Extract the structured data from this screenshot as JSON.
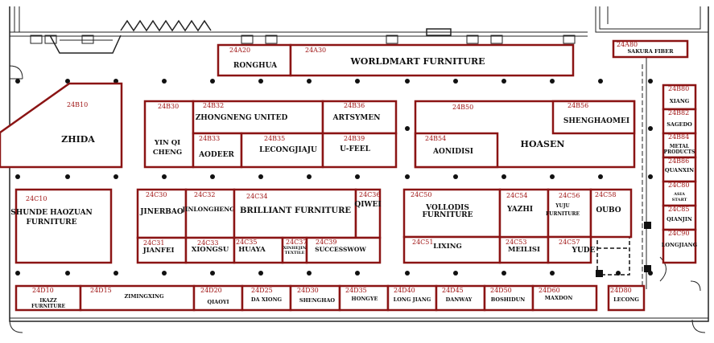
{
  "colors": {
    "booth_border": "#8b1414",
    "code_text": "#a01515",
    "name_text": "#111111",
    "wall": "#222222",
    "pillar": "#111111"
  },
  "booths": [
    {
      "id": "24A20",
      "code": "24A20",
      "name": "RONGHUA"
    },
    {
      "id": "24A30",
      "code": "24A30",
      "name": "WORLDMART FURNITURE"
    },
    {
      "id": "24A80",
      "code": "24A80",
      "name": "SAKURA FIBER"
    },
    {
      "id": "24B10",
      "code": "24B10",
      "name": "ZHIDA"
    },
    {
      "id": "24B30",
      "code": "24B30",
      "name": "YIN QI CHENG"
    },
    {
      "id": "24B32",
      "code": "24B32",
      "name": "ZHONGNENG UNITED"
    },
    {
      "id": "24B33",
      "code": "24B33",
      "name": "AODEER"
    },
    {
      "id": "24B35",
      "code": "24B35",
      "name": "LECONGJIAJU"
    },
    {
      "id": "24B36",
      "code": "24B36",
      "name": "ARTSYMEN"
    },
    {
      "id": "24B39",
      "code": "24B39",
      "name": "U-FEEL"
    },
    {
      "id": "24B50",
      "code": "24B50",
      "name": "HOASEN"
    },
    {
      "id": "24B54",
      "code": "24B54",
      "name": "AONIDISI"
    },
    {
      "id": "24B56",
      "code": "24B56",
      "name": "SHENGHAOMEI"
    },
    {
      "id": "24B80",
      "code": "24B80",
      "name": "XIANG"
    },
    {
      "id": "24B82",
      "code": "24B82",
      "name": "SAGEDO"
    },
    {
      "id": "24B84",
      "code": "24B84",
      "name": "METAL PRODUCTS"
    },
    {
      "id": "24B86",
      "code": "24B86",
      "name": "QUANXIN"
    },
    {
      "id": "24C10",
      "code": "24C10",
      "name": "SHUNDE HAOZUAN FURNITURE"
    },
    {
      "id": "24C30",
      "code": "24C30",
      "name": "JINERBAO"
    },
    {
      "id": "24C31",
      "code": "24C31",
      "name": "JIANFEI"
    },
    {
      "id": "24C32",
      "code": "24C32",
      "name": "JINLONGHENG"
    },
    {
      "id": "24C33",
      "code": "24C33",
      "name": "XIONGSU"
    },
    {
      "id": "24C34",
      "code": "24C34",
      "name": "BRILLIANT FURNITURE"
    },
    {
      "id": "24C35",
      "code": "24C35",
      "name": "HUAYA"
    },
    {
      "id": "24C36",
      "code": "24C36",
      "name": "QIWEI"
    },
    {
      "id": "24C37",
      "code": "24C37",
      "name": "XINHEJIN TEXTILE"
    },
    {
      "id": "24C39",
      "code": "24C39",
      "name": "SUCCESSWOW"
    },
    {
      "id": "24C50",
      "code": "24C50",
      "name": "VOLLODIS FURNITURE"
    },
    {
      "id": "24C51",
      "code": "24C51",
      "name": "LIXING"
    },
    {
      "id": "24C53",
      "code": "24C53",
      "name": "MEILISI"
    },
    {
      "id": "24C54",
      "code": "24C54",
      "name": "YAZHI"
    },
    {
      "id": "24C56",
      "code": "24C56",
      "name": "YUJU FURNITURE"
    },
    {
      "id": "24C57",
      "code": "24C57",
      "name": "YUDE"
    },
    {
      "id": "24C58",
      "code": "24C58",
      "name": "OUBO"
    },
    {
      "id": "24C80",
      "code": "24C80",
      "name": "ASIA START"
    },
    {
      "id": "24C85",
      "code": "24C85",
      "name": "QIANJIN"
    },
    {
      "id": "24C90",
      "code": "24C90",
      "name": "LONGJIANG"
    },
    {
      "id": "24D10",
      "code": "24D10",
      "name": "IKAZZ FURNITURE"
    },
    {
      "id": "24D15",
      "code": "24D15",
      "name": "ZIMINGXING"
    },
    {
      "id": "24D20",
      "code": "24D20",
      "name": "QIAOYI"
    },
    {
      "id": "24D25",
      "code": "24D25",
      "name": "DA XIONG"
    },
    {
      "id": "24D30",
      "code": "24D30",
      "name": "SHENGHAO"
    },
    {
      "id": "24D35",
      "code": "24D35",
      "name": "HONGYE"
    },
    {
      "id": "24D40",
      "code": "24D40",
      "name": "LONG JIANG"
    },
    {
      "id": "24D45",
      "code": "24D45",
      "name": "DANWAY"
    },
    {
      "id": "24D50",
      "code": "24D50",
      "name": "BOSHIDUN"
    },
    {
      "id": "24D60",
      "code": "24D60",
      "name": "MAXDON"
    },
    {
      "id": "24D80",
      "code": "24D80",
      "name": "LECONG"
    }
  ]
}
